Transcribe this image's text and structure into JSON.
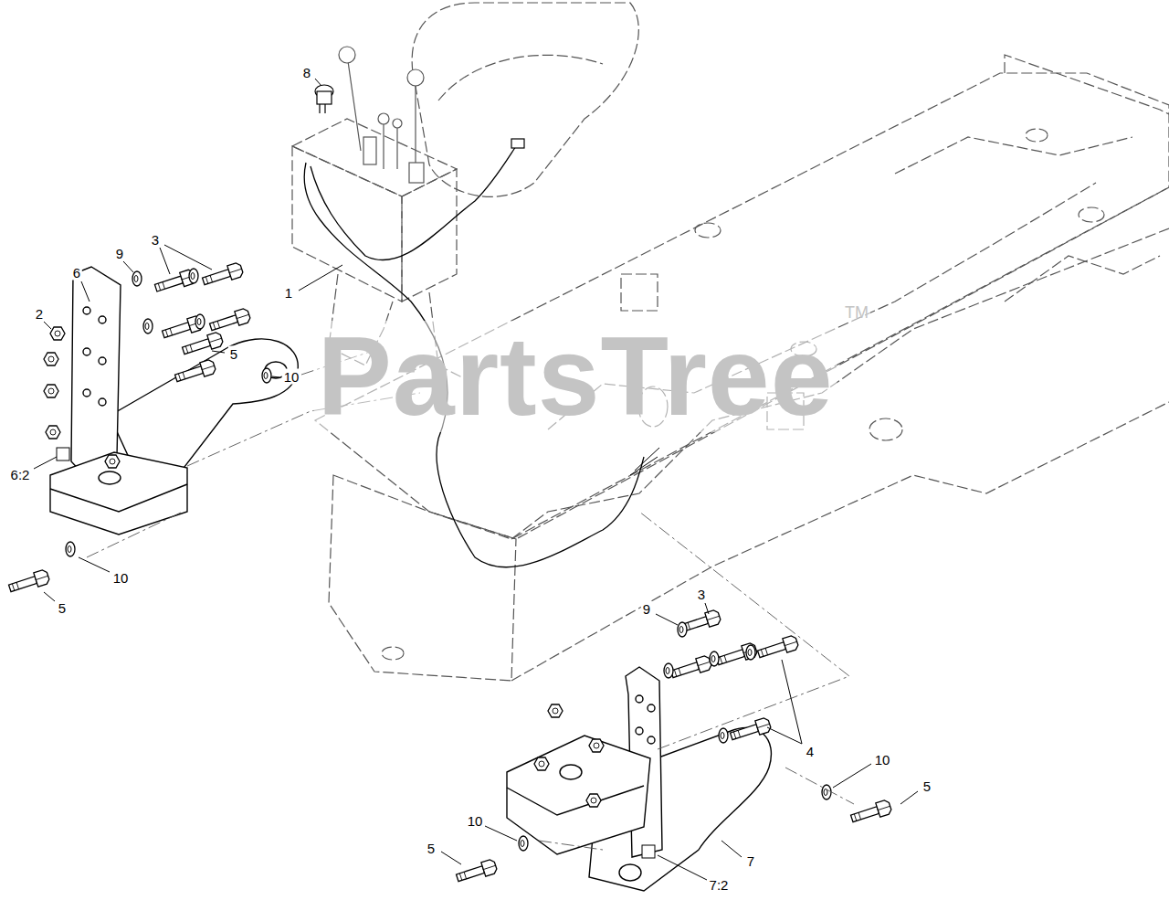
{
  "diagram": {
    "labels": [
      "8",
      "3",
      "9",
      "6",
      "1",
      "2",
      "5",
      "10",
      "6:2",
      "10",
      "5",
      "3",
      "9",
      "4",
      "10",
      "5",
      "10",
      "5",
      "7",
      "7:2",
      "PartsTree",
      "TM"
    ]
  }
}
